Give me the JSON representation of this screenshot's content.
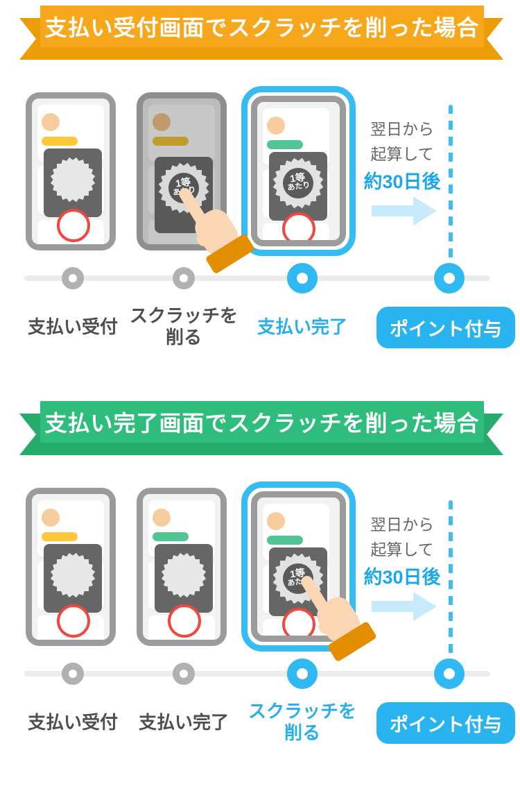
{
  "colors": {
    "accent_blue": "#29B3EF",
    "text_blue": "#1BA7EA",
    "banner_yellow": "#F7A71C",
    "banner_yellow_dark": "#EC9C07",
    "banner_green": "#2EBD7C",
    "banner_green_dark": "#26AB6C",
    "label_gray": "#4E4E4E",
    "note_gray": "#666666",
    "timeline_gray": "#ECECEC",
    "dot_gray": "#B1B1B1",
    "arrow_light_blue": "#C7EBFC",
    "dashed_line_blue": "#3EBCF3",
    "phone_frame_gray": "#9B9B9B",
    "scratch_card_dark": "#666666",
    "scratch_silver": "#E7E7E7",
    "red_ring": "#F0473F",
    "bar_yellow": "#FFC83A",
    "bar_green": "#4FC694",
    "avatar_peach": "#F8CD9E",
    "hand_skin": "#FBD6B4",
    "cuff_orange": "#E28E00"
  },
  "icons": {
    "starburst": "css-rotated-squares-burst",
    "scratch_win_burst": "burst-with-dark-center-text",
    "pointing_hand": "inline-svg-flat-hand",
    "arrow_right": "css-triangle-arrow",
    "dashed_timeline": "repeating-gradient-dashes",
    "timeline_dot": "ring-circle"
  },
  "scratch_win": {
    "line1": "1等",
    "line2": "あたり"
  },
  "sections": [
    {
      "banner_title": "支払い受付画面でスクラッチを削った場合",
      "note": {
        "line1": "翌日から",
        "line2": "起算して",
        "strong": "約30日後"
      },
      "steps": [
        {
          "line1": "支払い受付",
          "line2": "",
          "style": "gray"
        },
        {
          "line1": "スクラッチを",
          "line2": "削る",
          "style": "gray"
        },
        {
          "line1": "支払い完了",
          "line2": "",
          "style": "blue"
        },
        {
          "line1": "ポイント付与",
          "line2": "",
          "style": "badge"
        }
      ]
    },
    {
      "banner_title": "支払い完了画面でスクラッチを削った場合",
      "note": {
        "line1": "翌日から",
        "line2": "起算して",
        "strong": "約30日後"
      },
      "steps": [
        {
          "line1": "支払い受付",
          "line2": "",
          "style": "gray"
        },
        {
          "line1": "支払い完了",
          "line2": "",
          "style": "gray"
        },
        {
          "line1": "スクラッチを",
          "line2": "削る",
          "style": "blue"
        },
        {
          "line1": "ポイント付与",
          "line2": "",
          "style": "badge"
        }
      ]
    }
  ]
}
